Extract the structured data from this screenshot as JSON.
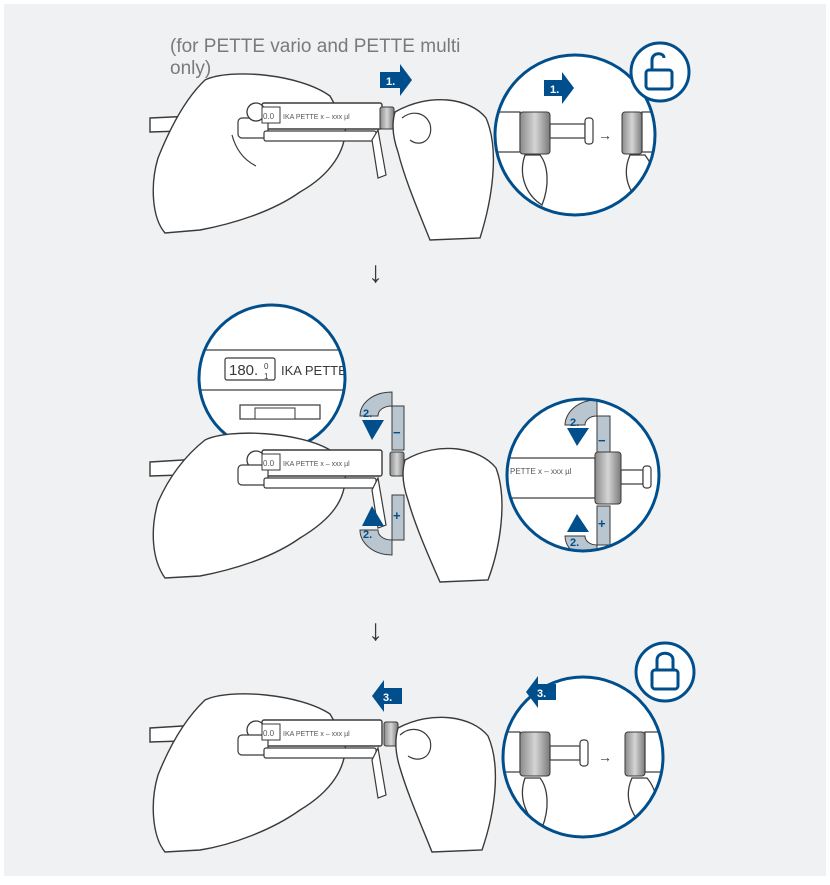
{
  "caption": "(for PETTE vario and PETTE multi only)",
  "pipette_label": "IKA PETTE x – xxx µl",
  "display_value": "0.0",
  "zoom_display_value": "180.",
  "zoom_display_small_top": "0",
  "zoom_display_small_bottom": "1",
  "zoom_brand": "IKA PETTE",
  "zoom_pipette_label": "PETTE x – xxx µl",
  "step1": "1.",
  "step2": "2.",
  "step3": "3.",
  "minus": "−",
  "plus": "+",
  "arrow_small": "→",
  "down_arrow": "↓",
  "colors": {
    "background": "#f0f1f2",
    "accent": "#004f8c",
    "band": "#b9c5cf",
    "line": "#3a3a3a"
  },
  "icons": {
    "unlock": "padlock-open-icon",
    "lock": "padlock-closed-icon"
  }
}
